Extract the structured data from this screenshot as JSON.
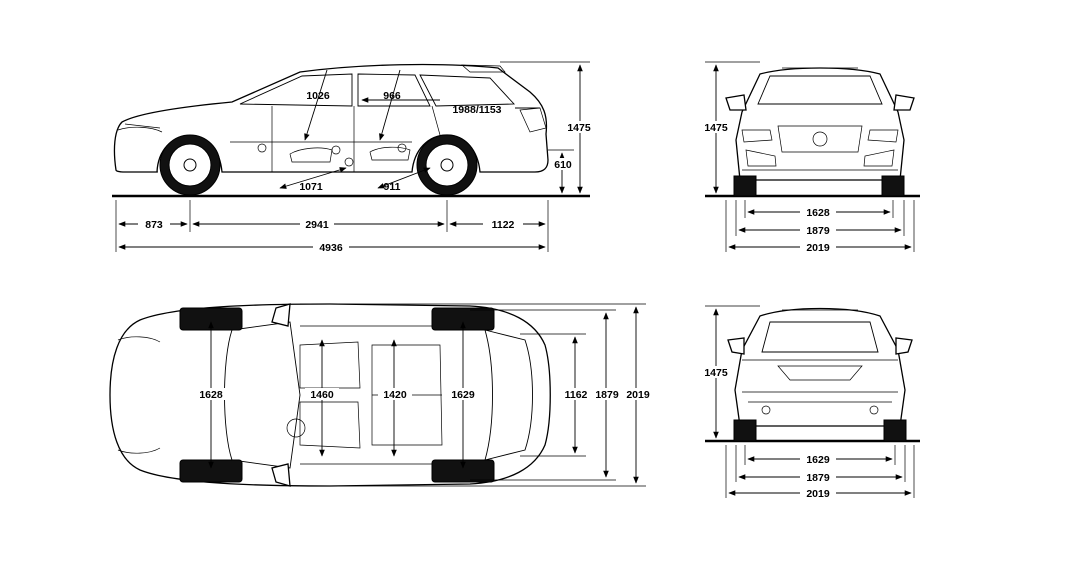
{
  "dimensions": {
    "side": {
      "front_headroom": "1026",
      "rear_headroom": "966",
      "rear_headroom_cargo": "1988/1153",
      "height": "1475",
      "ground_clearance": "610",
      "front_legroom": "1071",
      "rear_legroom": "911",
      "front_overhang": "873",
      "wheelbase": "2941",
      "rear_overhang": "1122",
      "length": "4936"
    },
    "front": {
      "height": "1475",
      "track": "1628",
      "width": "1879",
      "width_mirrors": "2019"
    },
    "top": {
      "front_track": "1628",
      "front_shoulder": "1460",
      "rear_shoulder": "1420",
      "rear_track": "1629",
      "cargo_width": "1162",
      "width": "1879",
      "width_mirrors": "2019"
    },
    "rear": {
      "height": "1475",
      "track": "1629",
      "width": "1879",
      "width_mirrors": "2019"
    }
  }
}
